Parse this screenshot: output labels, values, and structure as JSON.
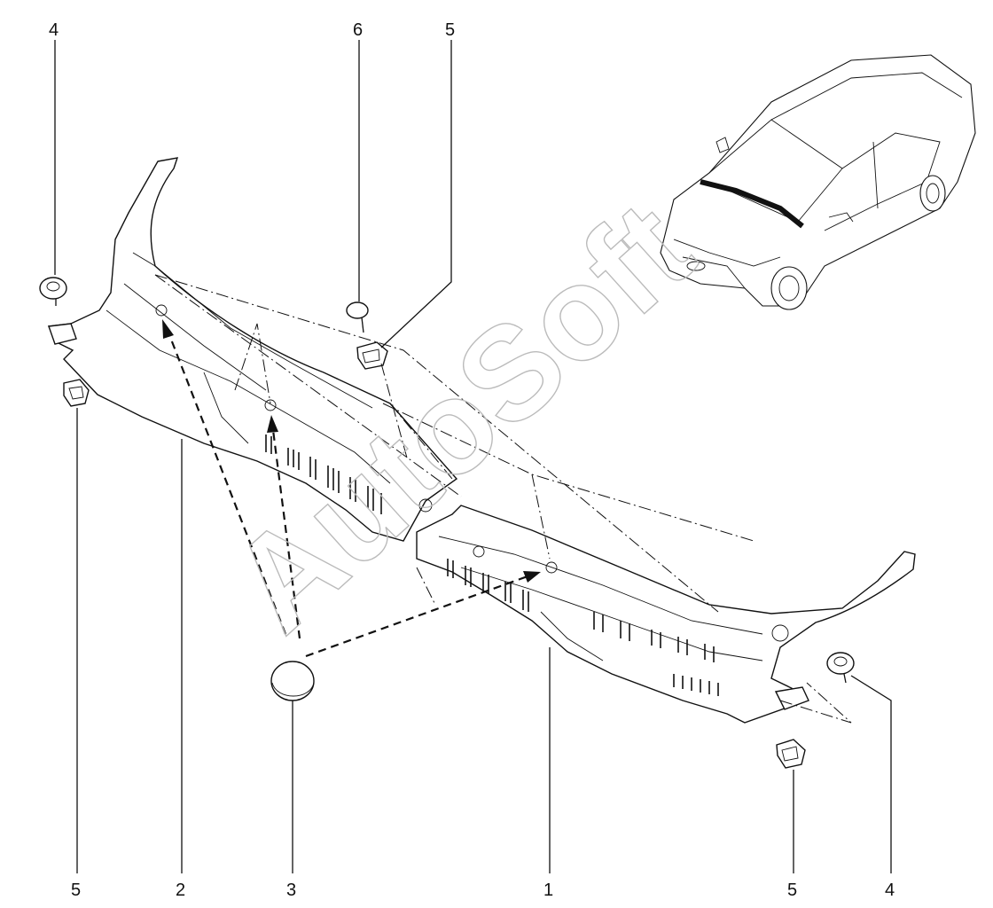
{
  "watermark": "AutoSoft",
  "callouts": {
    "c_top_4": "4",
    "c_top_6": "6",
    "c_top_5": "5",
    "c_bot_5_left": "5",
    "c_bot_2": "2",
    "c_bot_3": "3",
    "c_bot_1": "1",
    "c_bot_5_right": "5",
    "c_bot_4": "4"
  },
  "colors": {
    "line": "#111111",
    "watermark": "#bbbbbb",
    "background": "#ffffff"
  }
}
